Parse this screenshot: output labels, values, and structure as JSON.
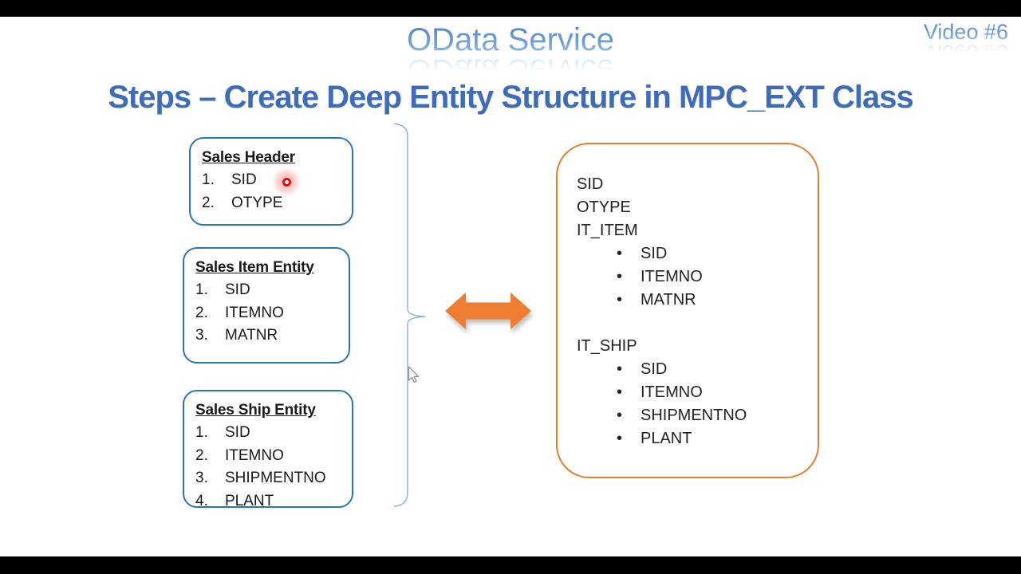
{
  "frame": {
    "title": "OData Service",
    "video_label": "Video #6"
  },
  "heading": "Steps – Create Deep Entity Structure in MPC_EXT Class",
  "entity_boxes": [
    {
      "title": "Sales Header",
      "items": [
        "SID",
        "OTYPE"
      ]
    },
    {
      "title": "Sales Item Entity",
      "items": [
        "SID",
        "ITEMNO",
        "MATNR"
      ]
    },
    {
      "title": "Sales Ship Entity",
      "items": [
        "SID",
        "ITEMNO",
        "SHIPMENTNO",
        "PLANT"
      ]
    }
  ],
  "deep_structure": {
    "header_fields": [
      "SID",
      "OTYPE"
    ],
    "tables": [
      {
        "name": "IT_ITEM",
        "fields": [
          "SID",
          "ITEMNO",
          "MATNR"
        ]
      },
      {
        "name": "IT_SHIP",
        "fields": [
          "SID",
          "ITEMNO",
          "SHIPMENTNO",
          "PLANT"
        ]
      }
    ]
  },
  "colors": {
    "bar_black": "#000000",
    "title_gradient_top": "#4e83c4",
    "title_gradient_bottom": "#9fc0e6",
    "heading_blue": "#3e6cb8",
    "accent_blue": "#2e74b5",
    "orange": "#e0812f",
    "arrow_orange": "#ed7d31",
    "bracket_blue": "#8faecd",
    "laser_red": "#dd1111",
    "text_dark": "#1a1a1a"
  }
}
